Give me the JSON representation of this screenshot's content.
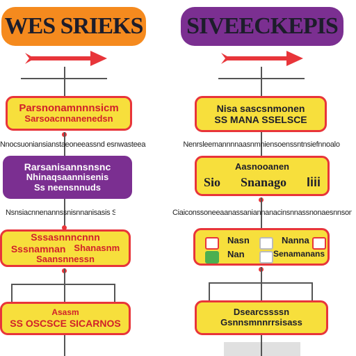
{
  "left": {
    "header": "WES SRIEKS",
    "header_color": "#f58a1e",
    "box1": [
      "Parsnonamnnnsicm",
      "Sarsoacnnanenedsn"
    ],
    "caption1": "Nnocsuoniansianstaeoneeassnd esnwasteeanesoadansiacaliocsis",
    "box2": [
      "Rarsanisannsnsnc",
      "Nhinaqsaannisenis",
      "Ss neensnnuds"
    ],
    "caption2": "Nsnsiacnnenannssnisnnanisasis Sesoeneioisnniosinnsenarssnna",
    "box3": [
      "Sssasnnncnnn",
      "Sssnamnan",
      "Shanasnm",
      "Saansnnessn"
    ],
    "box4": [
      "Asasm",
      "SS OSCSCE SICARNOS"
    ]
  },
  "right": {
    "header": "SIVEECKEPIS",
    "header_color": "#7b2f91",
    "box1": [
      "Nisa sascsnmonen",
      "SS MANA SSELSCE"
    ],
    "caption1": "Nenrsleemannnnaasnmniensoenssntnsiefnnoalo",
    "box2_top": "Aasnooanen",
    "box2_left": "Sio",
    "box2_mid": "Snanago",
    "box2_right": "Iiii",
    "caption2": "Ciaiconssoneeaanassaniannanacinsnnassnonaesnnsonas",
    "box3": [
      "Nasn",
      "Nan",
      "Nanna",
      "Senamanans"
    ],
    "box4": [
      "Dsearcssssn",
      "Gsnnsmnnrrsisass"
    ]
  }
}
